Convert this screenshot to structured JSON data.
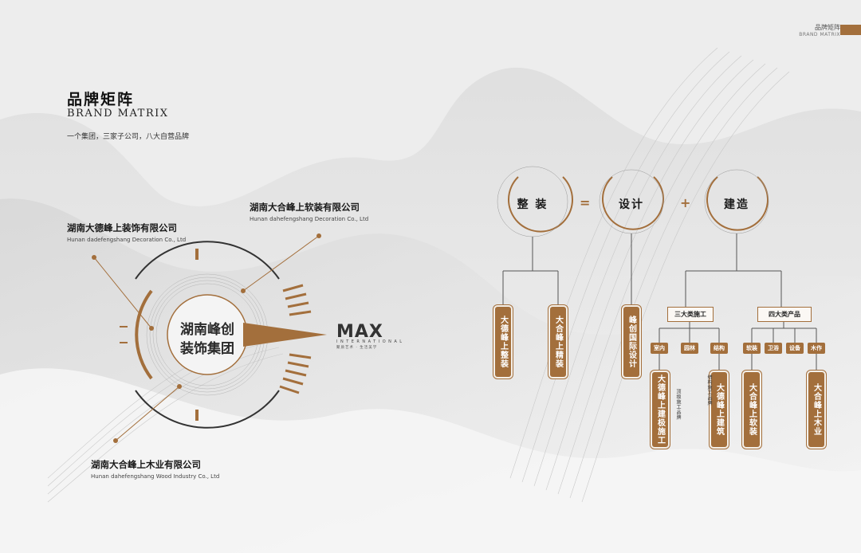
{
  "corner_tag": {
    "cn": "品牌矩阵",
    "en": "BRAND MATRIX"
  },
  "header": {
    "title": "品牌矩阵",
    "subtitle": "BRAND MATRIX",
    "description": "一个集团，三家子公司，八大自营品牌"
  },
  "group": {
    "name_line1": "湖南峰创",
    "name_line2": "装饰集团"
  },
  "subsidiaries": [
    {
      "cn": "湖南大德峰上装饰有限公司",
      "en": "Hunan dadefengshang Decoration Co., Ltd"
    },
    {
      "cn": "湖南大合峰上软装有限公司",
      "en": "Hunan dahefengshang Decoration Co., Ltd"
    },
    {
      "cn": "湖南大合峰上木业有限公司",
      "en": "Hunan dahefengshang Wood Industry Co., Ltd"
    }
  ],
  "max_logo": {
    "main": "MAX",
    "sub": "INTERNATIONAL",
    "cn": "聚质艺术 · 生活美学"
  },
  "formula": {
    "a": "整 装",
    "eq": "=",
    "b": "设计",
    "plus": "+",
    "c": "建造"
  },
  "brands": {
    "zhengzhuang": [
      "大德峰上整装",
      "大合峰上精装"
    ],
    "design": "峰创国际设计",
    "construction": {
      "group1_label": "三大类施工",
      "group1_items": [
        "室内",
        "园林",
        "结构"
      ],
      "group2_label": "四大类产品",
      "group2_items": [
        "软装",
        "卫浴",
        "设备",
        "木作"
      ],
      "brand1": "大德峰上建极施工",
      "brand1_note": "顶级施工品牌",
      "brand2": "大德峰上建筑",
      "brand2_note": "结构施工品牌",
      "brand3": "大合峰上软装",
      "brand4": "大合峰上木业"
    }
  },
  "colors": {
    "accent": "#a36f3c",
    "background": "#ececec",
    "text": "#222222"
  }
}
